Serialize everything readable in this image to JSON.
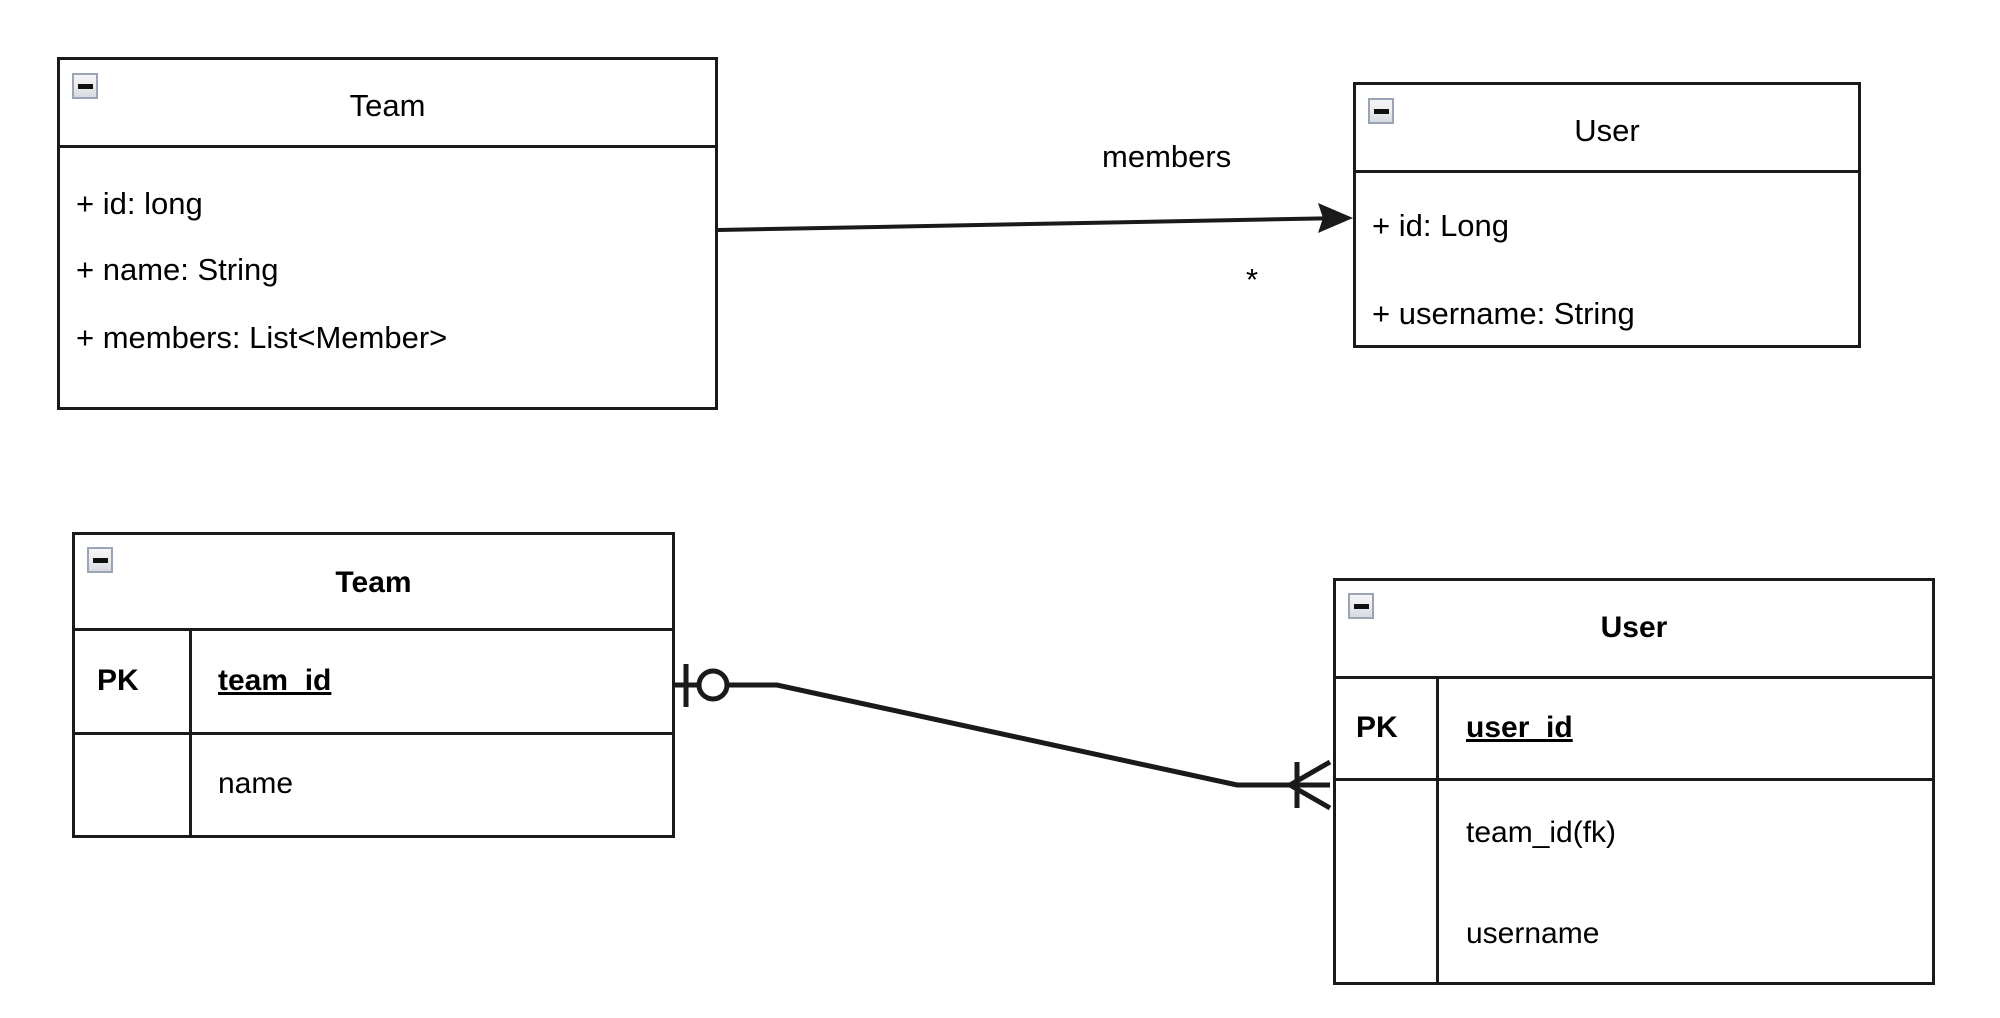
{
  "diagram": {
    "title": "UML class diagram and ER diagram for Team / User",
    "background_color": "#ffffff",
    "line_color": "#1a1a1a",
    "text_color": "#000000"
  },
  "uml": {
    "classes": [
      {
        "name": "Team",
        "collapse_icon": "minus-icon",
        "attributes": [
          "+ id: long",
          "+ name: String",
          "+ members: List<Member>"
        ]
      },
      {
        "name": "User",
        "collapse_icon": "minus-icon",
        "attributes": [
          "+ id: Long",
          "+ username: String"
        ]
      }
    ],
    "association": {
      "label": "members",
      "target_multiplicity": "*",
      "arrow": "open-arrow",
      "from": "Team",
      "to": "User"
    }
  },
  "er": {
    "tables": [
      {
        "name": "Team",
        "collapse_icon": "minus-icon",
        "columns": [
          {
            "key": "PK",
            "field": "team_id",
            "is_key": true
          },
          {
            "key": "",
            "field": "name",
            "is_key": false
          }
        ]
      },
      {
        "name": "User",
        "collapse_icon": "minus-icon",
        "columns": [
          {
            "key": "PK",
            "field": "user_id",
            "is_key": true
          },
          {
            "key": "",
            "field": "team_id(fk)",
            "is_key": false
          },
          {
            "key": "",
            "field": "username",
            "is_key": false
          }
        ]
      }
    ],
    "relationship": {
      "from": "Team",
      "to": "User",
      "from_notation": "zero-or-one",
      "to_notation": "one-or-many-crowsfoot"
    }
  }
}
